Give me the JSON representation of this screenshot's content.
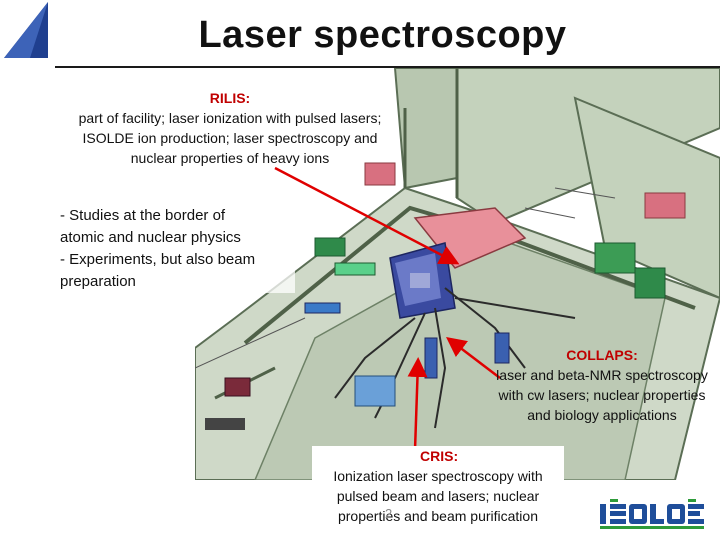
{
  "title": "Laser spectroscopy",
  "rilis": {
    "head": "RILIS:",
    "lines": [
      "part of facility; laser ionization with pulsed lasers;",
      "ISOLDE ion production; laser spectroscopy and",
      "nuclear properties of heavy ions"
    ]
  },
  "notes": [
    "- Studies at the border of",
    "atomic and nuclear physics",
    "- Experiments, but also beam",
    "preparation"
  ],
  "collaps": {
    "head": "COLLAPS:",
    "lines": [
      "laser and beta-NMR spectroscopy",
      "with cw lasers; nuclear properties",
      "and biology applications"
    ]
  },
  "cris": {
    "head": "CRIS:",
    "lines": [
      "Ionization laser spectroscopy with",
      "pulsed beam and lasers; nuclear",
      "properties and beam purification"
    ]
  },
  "slide_number": "2",
  "logo_text": "ISOLDE",
  "colors": {
    "accent_red": "#c00000",
    "arrow_red": "#e00000",
    "logo_blue": "#1f4e9a",
    "logo_green": "#2e9b3a",
    "hall_green": "#7a9a6e"
  }
}
